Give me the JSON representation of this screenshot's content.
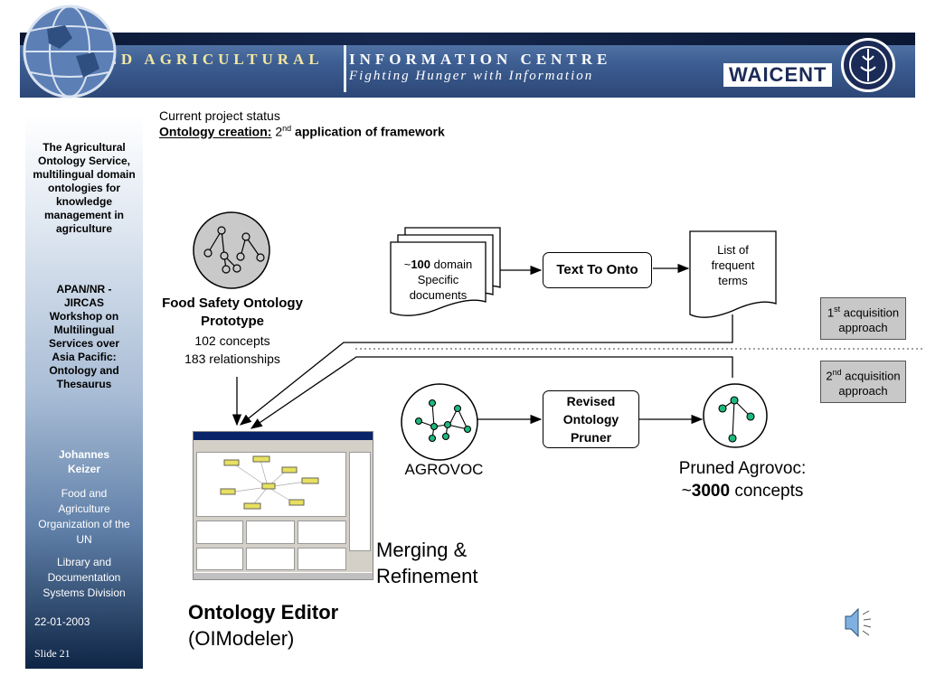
{
  "banner": {
    "title_left": "WORLD AGRICULTURAL",
    "title_right": "INFORMATION CENTRE",
    "subtitle": "Fighting Hunger with Information",
    "logo_text": "WAICENT"
  },
  "sidebar": {
    "topic": "The Agricultural Ontology Service, multilingual domain ontologies for knowledge management in agriculture",
    "workshop": "APAN/NR - JIRCAS Workshop on Multilingual Services over Asia Pacific: Ontology and Thesaurus",
    "author": "Johannes Keizer",
    "org": "Food and Agriculture Organization of the UN",
    "division": "Library and Documentation Systems Division",
    "date": "22-01-2003",
    "slide": "Slide 21"
  },
  "header": {
    "status": "Current project status",
    "heading_underlined": "Ontology creation:",
    "heading_num": "2",
    "heading_sup": "nd",
    "heading_rest": "application of framework"
  },
  "diagram": {
    "fso_title": "Food Safety Ontology Prototype",
    "fso_concepts": "102 concepts",
    "fso_relationships": "183 relationships",
    "docs_prefix": "~",
    "docs_count": "100",
    "docs_rest": "domain",
    "docs_line2": "Specific",
    "docs_line3": "documents",
    "text_to_onto": "Text To Onto",
    "list_line1": "List of",
    "list_line2": "frequent",
    "list_line3": "terms",
    "acq1_num": "1",
    "acq1_sup": "st",
    "acq1_rest": "acquisition",
    "acq1_line2": "approach",
    "acq2_num": "2",
    "acq2_sup": "nd",
    "acq2_rest": "acquisition",
    "acq2_line2": "approach",
    "agrovoc": "AGROVOC",
    "pruner_line1": "Revised",
    "pruner_line2": "Ontology",
    "pruner_line3": "Pruner",
    "pruned_line1": "Pruned Agrovoc:",
    "pruned_prefix": "~",
    "pruned_count": "3000",
    "pruned_rest": "concepts",
    "merging_line1": "Merging &",
    "merging_line2": "Refinement",
    "editor_title": "Ontology Editor",
    "editor_sub": "(OIModeler)"
  },
  "icons": {
    "globe": "globe-icon",
    "fao": "fao-logo-icon",
    "speaker": "speaker-icon"
  },
  "colors": {
    "node_green": "#1fb87c",
    "acq_grey": "#c8c8c8",
    "banner_blue": "#3e5f93"
  }
}
